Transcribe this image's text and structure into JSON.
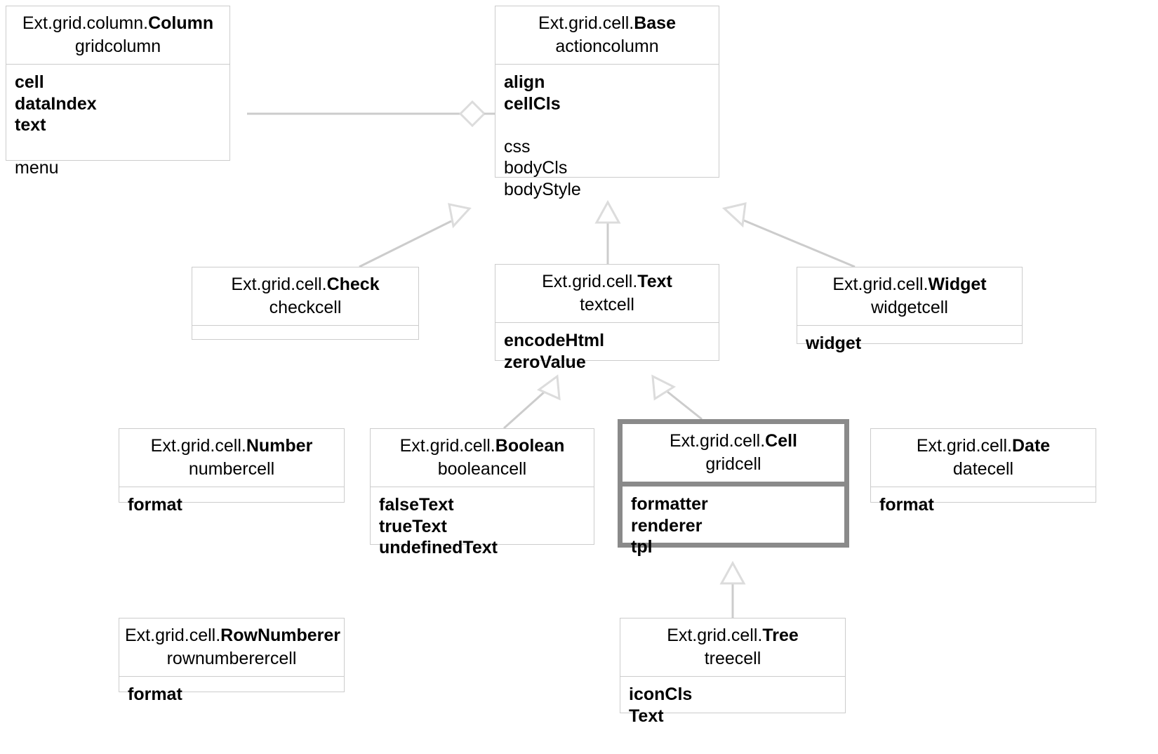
{
  "diagram": {
    "title": "Ext JS grid cell class hierarchy",
    "colors": {
      "box_border": "#cccccc",
      "highlight_border": "#8a8a8a",
      "edge": "#cccccc",
      "text": "#000000",
      "background": "#ffffff"
    }
  },
  "nodes": [
    {
      "id": "column",
      "path": "Ext.grid.column.",
      "name": "Column",
      "alias": "gridcolumn",
      "highlighted": false,
      "attributes": [
        {
          "text": "cell",
          "bold": true
        },
        {
          "text": "dataIndex",
          "bold": true
        },
        {
          "text": "text",
          "bold": true
        },
        {
          "text": " ",
          "bold": false,
          "spacer": true
        },
        {
          "text": "menu",
          "bold": false
        }
      ]
    },
    {
      "id": "base",
      "path": "Ext.grid.cell.",
      "name": "Base",
      "alias": "actioncolumn",
      "highlighted": false,
      "attributes": [
        {
          "text": "align",
          "bold": true
        },
        {
          "text": "cellCls",
          "bold": true
        },
        {
          "text": " ",
          "bold": false,
          "spacer": true
        },
        {
          "text": "css",
          "bold": false
        },
        {
          "text": "bodyCls",
          "bold": false
        },
        {
          "text": "bodyStyle",
          "bold": false
        }
      ]
    },
    {
      "id": "check",
      "path": "Ext.grid.cell.",
      "name": "Check",
      "alias": "checkcell",
      "highlighted": false,
      "attributes": []
    },
    {
      "id": "text",
      "path": "Ext.grid.cell.",
      "name": "Text",
      "alias": "textcell",
      "highlighted": false,
      "attributes": [
        {
          "text": "encodeHtml",
          "bold": true
        },
        {
          "text": "zeroValue",
          "bold": true
        }
      ]
    },
    {
      "id": "widget",
      "path": "Ext.grid.cell.",
      "name": "Widget",
      "alias": "widgetcell",
      "highlighted": false,
      "attributes": [
        {
          "text": "widget",
          "bold": true
        }
      ]
    },
    {
      "id": "number",
      "path": "Ext.grid.cell.",
      "name": "Number",
      "alias": "numbercell",
      "highlighted": false,
      "attributes": [
        {
          "text": "format",
          "bold": true
        }
      ]
    },
    {
      "id": "boolean",
      "path": "Ext.grid.cell.",
      "name": "Boolean",
      "alias": "booleancell",
      "highlighted": false,
      "attributes": [
        {
          "text": "falseText",
          "bold": true
        },
        {
          "text": "trueText",
          "bold": true
        },
        {
          "text": "undefinedText",
          "bold": true
        }
      ]
    },
    {
      "id": "cell",
      "path": "Ext.grid.cell.",
      "name": "Cell",
      "alias": "gridcell",
      "highlighted": true,
      "attributes": [
        {
          "text": "formatter",
          "bold": true
        },
        {
          "text": "renderer",
          "bold": true
        },
        {
          "text": "tpl",
          "bold": true
        }
      ]
    },
    {
      "id": "date",
      "path": "Ext.grid.cell.",
      "name": "Date",
      "alias": "datecell",
      "highlighted": false,
      "attributes": [
        {
          "text": "format",
          "bold": true
        }
      ]
    },
    {
      "id": "rownumberer",
      "path": "Ext.grid.cell.",
      "name": "RowNumberer",
      "alias": "rownumberercell",
      "highlighted": false,
      "attributes": [
        {
          "text": "format",
          "bold": true
        }
      ]
    },
    {
      "id": "tree",
      "path": "Ext.grid.cell.",
      "name": "Tree",
      "alias": "treecell",
      "highlighted": false,
      "attributes": [
        {
          "text": "iconCls",
          "bold": true
        },
        {
          "text": "Text",
          "bold": true
        }
      ]
    }
  ],
  "edges": [
    {
      "id": "column-base",
      "from": "column",
      "to": "base",
      "kind": "aggregation"
    },
    {
      "id": "check-base",
      "from": "check",
      "to": "base",
      "kind": "generalization"
    },
    {
      "id": "text-base",
      "from": "text",
      "to": "base",
      "kind": "generalization"
    },
    {
      "id": "widget-base",
      "from": "widget",
      "to": "base",
      "kind": "generalization"
    },
    {
      "id": "boolean-text",
      "from": "boolean",
      "to": "text",
      "kind": "generalization"
    },
    {
      "id": "cell-text",
      "from": "cell",
      "to": "text",
      "kind": "generalization"
    },
    {
      "id": "tree-cell",
      "from": "tree",
      "to": "cell",
      "kind": "generalization"
    }
  ]
}
